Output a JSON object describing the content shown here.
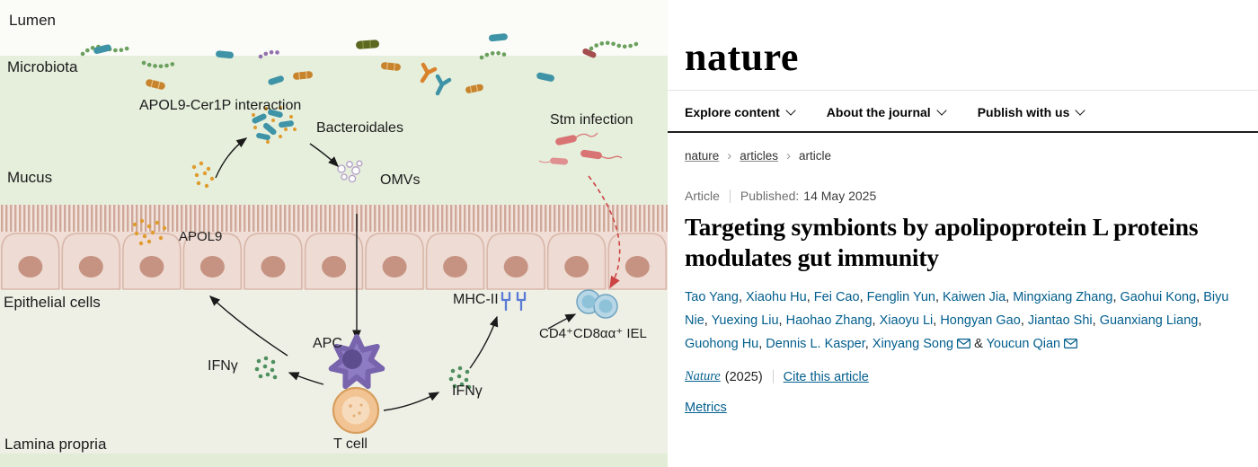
{
  "diagram": {
    "labels": {
      "lumen": "Lumen",
      "microbiota": "Microbiota",
      "apol9_cer1p_interaction": "APOL9-Cer1P interaction",
      "bacteroidales": "Bacteroidales",
      "stm_infection": "Stm infection",
      "mucus": "Mucus",
      "omvs": "OMVs",
      "apol9": "APOL9",
      "epithelial_cells": "Epithelial cells",
      "mhc_ii": "MHC-II",
      "iel": "CD4⁺CD8αα⁺ IEL",
      "ifng_left": "IFNγ",
      "apc": "APC",
      "ifng_right": "IFNγ",
      "t_cell": "T cell",
      "lamina_propria": "Lamina propria"
    }
  },
  "site": {
    "logo": "nature",
    "nav": [
      {
        "label": "Explore content"
      },
      {
        "label": "About the journal"
      },
      {
        "label": "Publish with us"
      }
    ]
  },
  "breadcrumb": {
    "separator": "›",
    "items": [
      {
        "label": "nature",
        "link": true
      },
      {
        "label": "articles",
        "link": true
      },
      {
        "label": "article",
        "link": false
      }
    ]
  },
  "article": {
    "type_label": "Article",
    "published_label": "Published:",
    "published_date": "14 May 2025",
    "title": "Targeting symbionts by apolipoprotein L proteins modulates gut immunity",
    "separator": ", ",
    "and_separator": "&",
    "authors": [
      {
        "name": "Tao Yang"
      },
      {
        "name": "Xiaohu Hu"
      },
      {
        "name": "Fei Cao"
      },
      {
        "name": "Fenglin Yun"
      },
      {
        "name": "Kaiwen Jia"
      },
      {
        "name": "Mingxiang Zhang"
      },
      {
        "name": "Gaohui Kong"
      },
      {
        "name": "Biyu Nie"
      },
      {
        "name": "Yuexing Liu"
      },
      {
        "name": "Haohao Zhang"
      },
      {
        "name": "Xiaoyu Li"
      },
      {
        "name": "Hongyan Gao"
      },
      {
        "name": "Jiantao Shi"
      },
      {
        "name": "Guanxiang Liang"
      },
      {
        "name": "Guohong Hu"
      },
      {
        "name": "Dennis L. Kasper"
      },
      {
        "name": "Xinyang Song",
        "email": true
      },
      {
        "name": "Youcun Qian",
        "email": true
      }
    ],
    "journal": "Nature",
    "year": "(2025)",
    "cite_label": "Cite this article",
    "metrics_label": "Metrics"
  },
  "icons": {
    "chevron_down": "chevron-down",
    "breadcrumb_separator": "chevron-right",
    "envelope": "envelope"
  },
  "colors": {
    "link_blue": "#025e8d",
    "rule_dark": "#1f1f1f",
    "mucus_green": "#e5efdc",
    "epithelium_pink": "#f0ddd5",
    "stm_red": "#cc4444"
  }
}
